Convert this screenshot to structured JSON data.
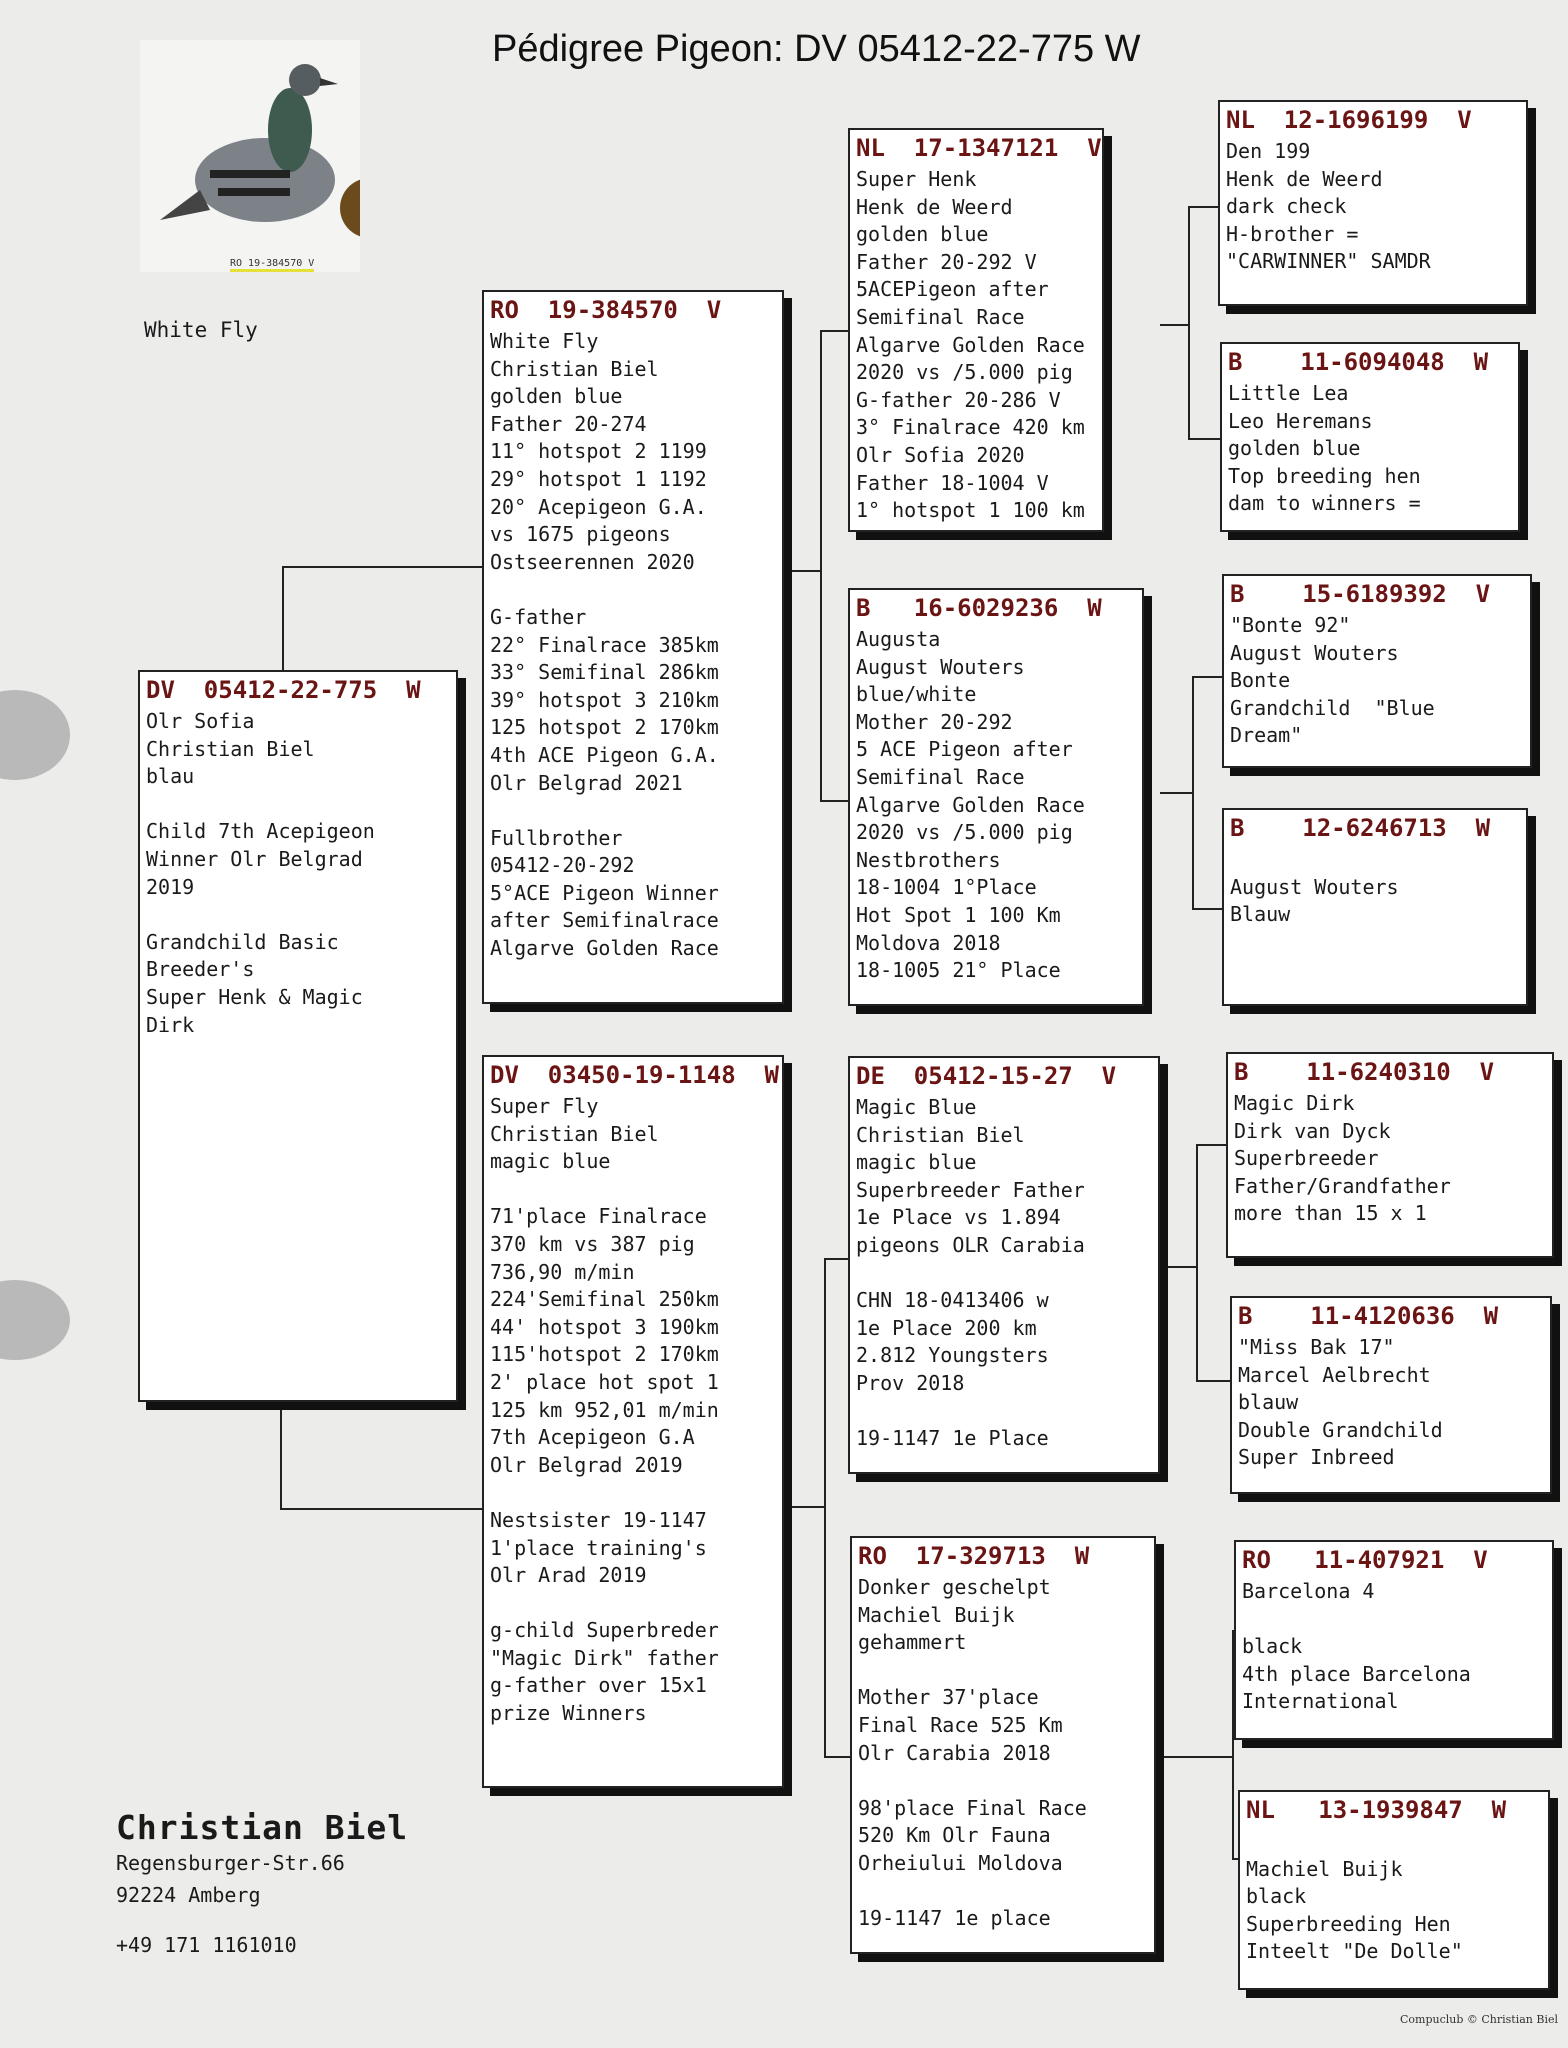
{
  "title": "Pédigree Pigeon: DV  05412-22-775 W",
  "photo": {
    "note_lines": [
      "White Fly",
      "..."
    ],
    "ring_label": "RO 19-384570 V",
    "icon": "pigeon-photo"
  },
  "pigeon_name": "White Fly",
  "owner": {
    "name": "Christian Biel",
    "street": "Regensburger-Str.66",
    "city": "92224  Amberg",
    "phone": "+49 171 1161010"
  },
  "credit": "Compuclub © Christian Biel",
  "cards": {
    "subject": {
      "header": "DV  05412-22-775  W",
      "lines": [
        "Olr Sofia",
        "Christian Biel",
        "blau",
        "",
        "Child 7th Acepigeon",
        "Winner Olr Belgrad",
        "2019",
        "",
        "Grandchild Basic",
        "Breeder's",
        "Super Henk & Magic",
        "Dirk"
      ]
    },
    "father": {
      "header": "RO  19-384570  V",
      "lines": [
        "White Fly",
        "Christian Biel",
        "golden blue",
        "Father 20-274",
        "11° hotspot 2 1199",
        "29° hotspot 1 1192",
        "20° Acepigeon G.A.",
        "vs 1675 pigeons",
        "Ostseerennen 2020",
        "",
        "G-father",
        "22° Finalrace 385km",
        "33° Semifinal 286km",
        "39° hotspot 3 210km",
        "125 hotspot 2 170km",
        "4th ACE Pigeon G.A.",
        "Olr Belgrad 2021",
        "",
        "Fullbrother",
        "05412-20-292",
        "5°ACE Pigeon Winner",
        "after Semifinalrace",
        "Algarve Golden Race"
      ]
    },
    "mother": {
      "header": "DV  03450-19-1148  W",
      "lines": [
        "Super Fly",
        "Christian Biel",
        "magic blue",
        "",
        "71'place Finalrace",
        "370 km vs 387 pig",
        "736,90 m/min",
        "224'Semifinal 250km",
        "44' hotspot 3 190km",
        "115'hotspot 2 170km",
        "2' place hot spot 1",
        "125 km 952,01 m/min",
        "7th Acepigeon G.A",
        "Olr Belgrad 2019",
        "",
        "Nestsister 19-1147",
        "1'place training's",
        "Olr Arad 2019",
        "",
        "g-child Superbreder",
        "\"Magic Dirk\" father",
        "g-father over 15x1",
        "prize Winners"
      ]
    },
    "ff": {
      "header": "NL  17-1347121  V",
      "lines": [
        "Super Henk",
        "Henk de Weerd",
        "golden blue",
        "Father 20-292 V",
        "5ACEPigeon after",
        "Semifinal Race",
        "Algarve Golden Race",
        "2020 vs /5.000 pig",
        "G-father 20-286 V",
        "3° Finalrace 420 km",
        "Olr Sofia 2020",
        "Father 18-1004 V",
        "1° hotspot 1 100 km"
      ]
    },
    "fm": {
      "header": "B   16-6029236  W",
      "lines": [
        "Augusta",
        "August Wouters",
        "blue/white",
        "Mother 20-292",
        "5 ACE Pigeon after",
        "Semifinal Race",
        "Algarve Golden Race",
        "2020 vs /5.000 pig",
        "Nestbrothers",
        "18-1004 1°Place",
        "Hot Spot 1 100 Km",
        "Moldova 2018",
        "18-1005 21° Place"
      ]
    },
    "mf": {
      "header": "DE  05412-15-27  V",
      "lines": [
        "Magic Blue",
        "Christian Biel",
        "magic blue",
        "Superbreeder Father",
        "1e Place vs 1.894",
        "pigeons OLR Carabia",
        "",
        "CHN 18-0413406 w",
        "1e Place 200 km",
        "2.812 Youngsters",
        "Prov 2018",
        "",
        "19-1147 1e Place"
      ]
    },
    "mm": {
      "header": "RO  17-329713  W",
      "lines": [
        "Donker geschelpt",
        "Machiel Buijk",
        "gehammert",
        "",
        "Mother 37'place",
        "Final Race 525 Km",
        "Olr Carabia 2018",
        "",
        "98'place Final Race",
        "520 Km Olr Fauna",
        "Orheiului Moldova",
        "",
        "19-1147 1e place"
      ]
    },
    "fff": {
      "header": "NL  12-1696199  V",
      "lines": [
        "Den 199",
        "Henk de Weerd",
        "dark check",
        "H-brother =",
        "\"CARWINNER\" SAMDR"
      ]
    },
    "ffm": {
      "header": "B    11-6094048  W",
      "lines": [
        "Little Lea",
        "Leo Heremans",
        "golden blue",
        "Top breeding hen",
        "dam to winners ="
      ]
    },
    "fmf": {
      "header": "B    15-6189392  V",
      "lines": [
        "\"Bonte 92\"",
        "August Wouters",
        "Bonte",
        "Grandchild  \"Blue",
        "Dream\""
      ]
    },
    "fmm": {
      "header": "B    12-6246713  W",
      "lines": [
        "",
        "August Wouters",
        "Blauw"
      ]
    },
    "mff": {
      "header": "B    11-6240310  V",
      "lines": [
        "Magic Dirk",
        "Dirk van Dyck",
        "Superbreeder",
        "Father/Grandfather",
        "more than 15 x 1"
      ]
    },
    "mfm": {
      "header": "B    11-4120636  W",
      "lines": [
        "\"Miss Bak 17\"",
        "Marcel Aelbrecht",
        "blauw",
        "Double Grandchild",
        "Super Inbreed"
      ]
    },
    "mmf": {
      "header": "RO   11-407921  V",
      "lines": [
        "Barcelona 4",
        "",
        "black",
        "4th place Barcelona",
        "International"
      ]
    },
    "mmm": {
      "header": "NL   13-1939847  W",
      "lines": [
        "",
        "Machiel Buijk",
        "black",
        "Superbreeding Hen",
        "Inteelt \"De Dolle\""
      ]
    }
  }
}
